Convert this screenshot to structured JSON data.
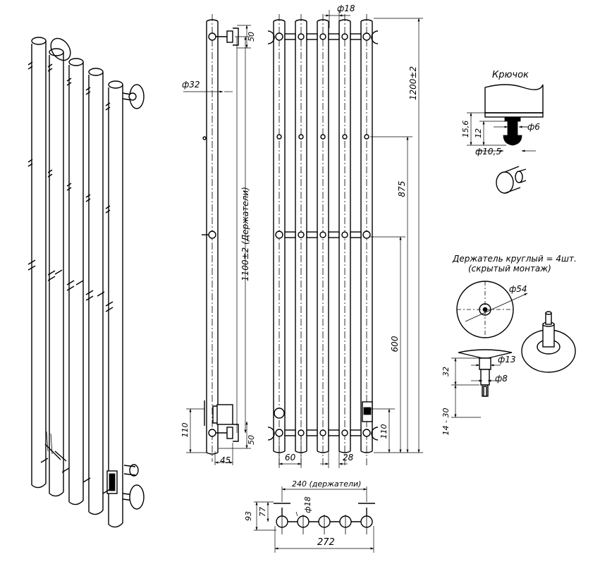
{
  "labels": {
    "d18_top": "ф18",
    "d32": "ф32",
    "dim_50_top": "50",
    "dim_1200": "1200±2",
    "dim_1100": "1100±2 (Держатели)",
    "dim_875": "875",
    "dim_600": "600",
    "dim_110_left": "110",
    "dim_50_bottom": "50",
    "dim_110_right": "110",
    "dim_45": "45",
    "dim_60": "60",
    "dim_28": "28",
    "hook_title": "Крючок",
    "hook_15_6": "15,6",
    "hook_12": "12",
    "hook_d6": "ф6",
    "hook_d10_5": "ф10,5",
    "holder_title_1": "Держатель круглый = 4шт.",
    "holder_title_2": "(скрытый монтаж)",
    "holder_d54": "ф54",
    "holder_32": "32",
    "holder_d13": "ф13",
    "holder_d8": "ф8",
    "holder_14_30": "14 - 30",
    "top_240": "240 (держатели)",
    "top_d18": "ф18",
    "top_93": "93",
    "top_77": "77",
    "top_272": "272"
  }
}
